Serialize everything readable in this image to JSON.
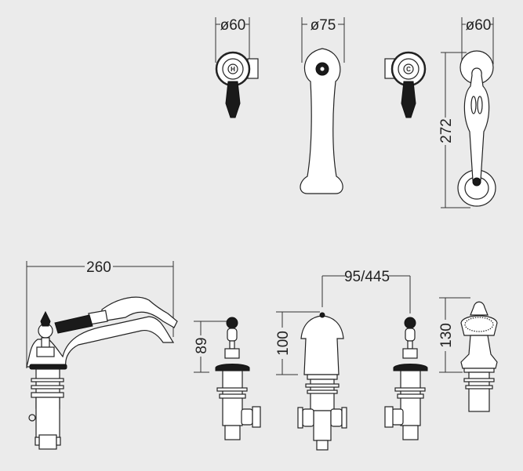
{
  "drawing": {
    "top_view": {
      "hot_valve_diameter": "ø60",
      "spout_diameter": "ø75",
      "cold_valve_diameter": "ø60",
      "handshower_length": "272",
      "hot_marker": "H",
      "cold_marker": "C"
    },
    "side_view": {
      "mixer_width": "260",
      "valve_height": "89",
      "spout_height": "100",
      "spout_spacing": "95/445",
      "shower_holder_height": "130"
    },
    "colors": {
      "background": "#ebebeb",
      "line": "#222222",
      "fill": "#ffffff"
    }
  }
}
